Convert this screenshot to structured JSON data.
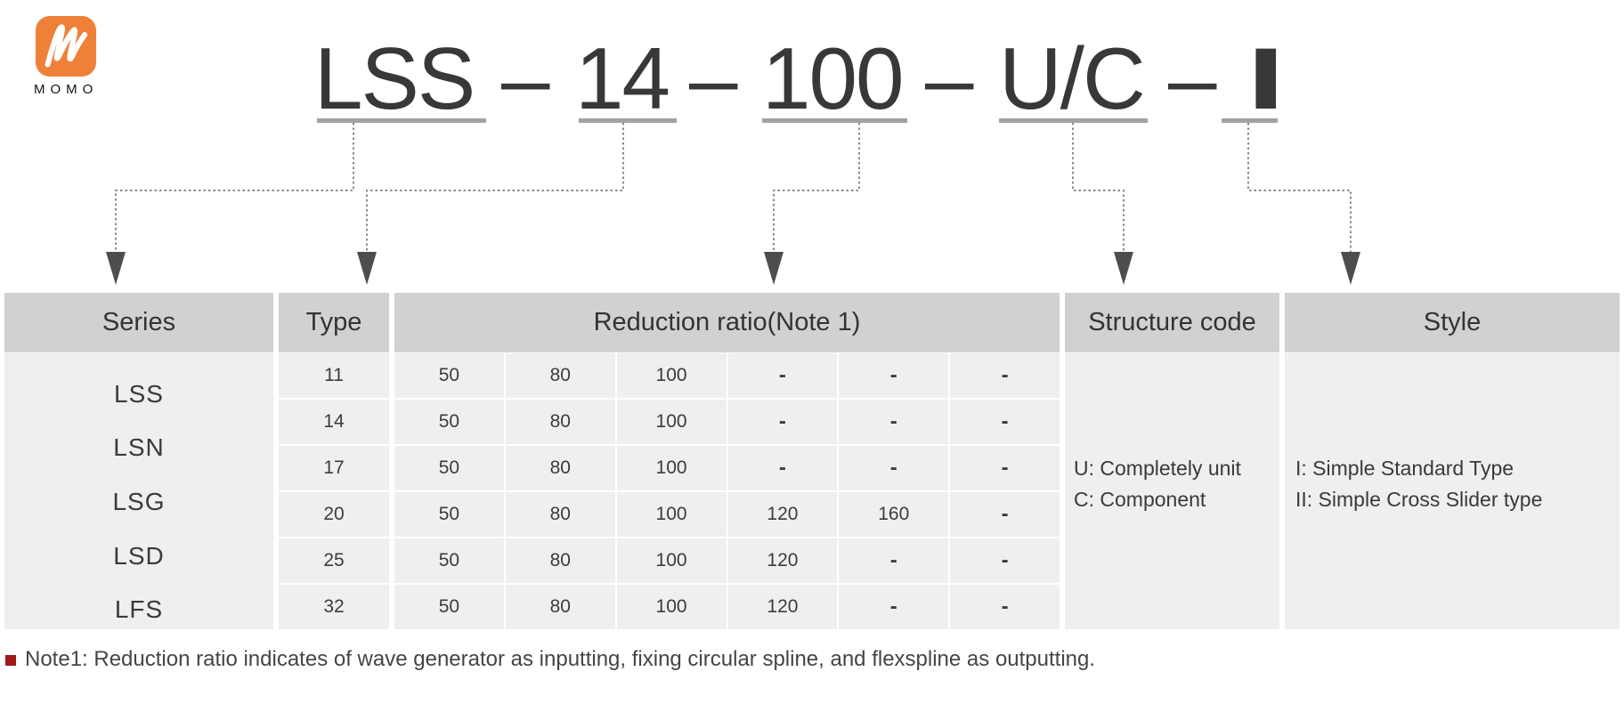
{
  "logo": {
    "brand": "MOMO",
    "color": "#ef8038"
  },
  "model_code": {
    "segments": [
      "LSS",
      "14",
      "100",
      "U/C",
      "I"
    ],
    "separator": "–"
  },
  "table": {
    "headers": {
      "series": "Series",
      "type": "Type",
      "ratio": "Reduction ratio(Note 1)",
      "structure": "Structure code",
      "style": "Style"
    },
    "series": [
      "LSS",
      "LSN",
      "LSG",
      "LSD",
      "LFS"
    ],
    "rows": [
      {
        "type": "11",
        "ratios": [
          "50",
          "80",
          "100",
          "-",
          "-",
          "-"
        ]
      },
      {
        "type": "14",
        "ratios": [
          "50",
          "80",
          "100",
          "-",
          "-",
          "-"
        ]
      },
      {
        "type": "17",
        "ratios": [
          "50",
          "80",
          "100",
          "-",
          "-",
          "-"
        ]
      },
      {
        "type": "20",
        "ratios": [
          "50",
          "80",
          "100",
          "120",
          "160",
          "-"
        ]
      },
      {
        "type": "25",
        "ratios": [
          "50",
          "80",
          "100",
          "120",
          "-",
          "-"
        ]
      },
      {
        "type": "32",
        "ratios": [
          "50",
          "80",
          "100",
          "120",
          "-",
          "-"
        ]
      }
    ],
    "structure_code": {
      "line1": "U: Completely unit",
      "line2": "C: Component"
    },
    "style": {
      "line1": "I: Simple Standard Type",
      "line2": "II: Simple Cross Slider type"
    }
  },
  "note": {
    "text": "Note1: Reduction ratio indicates of wave generator as inputting, fixing circular spline, and flexspline as outputting.",
    "bullet_color": "#a01a1a"
  },
  "colors": {
    "header_bg": "#d2d1d1",
    "cell_bg": "#f0efef",
    "accent_orange": "#ef8038",
    "note_red": "#a01a1a",
    "line_gray": "#8a8a8a",
    "arrow_gray": "#4d4d4d"
  }
}
